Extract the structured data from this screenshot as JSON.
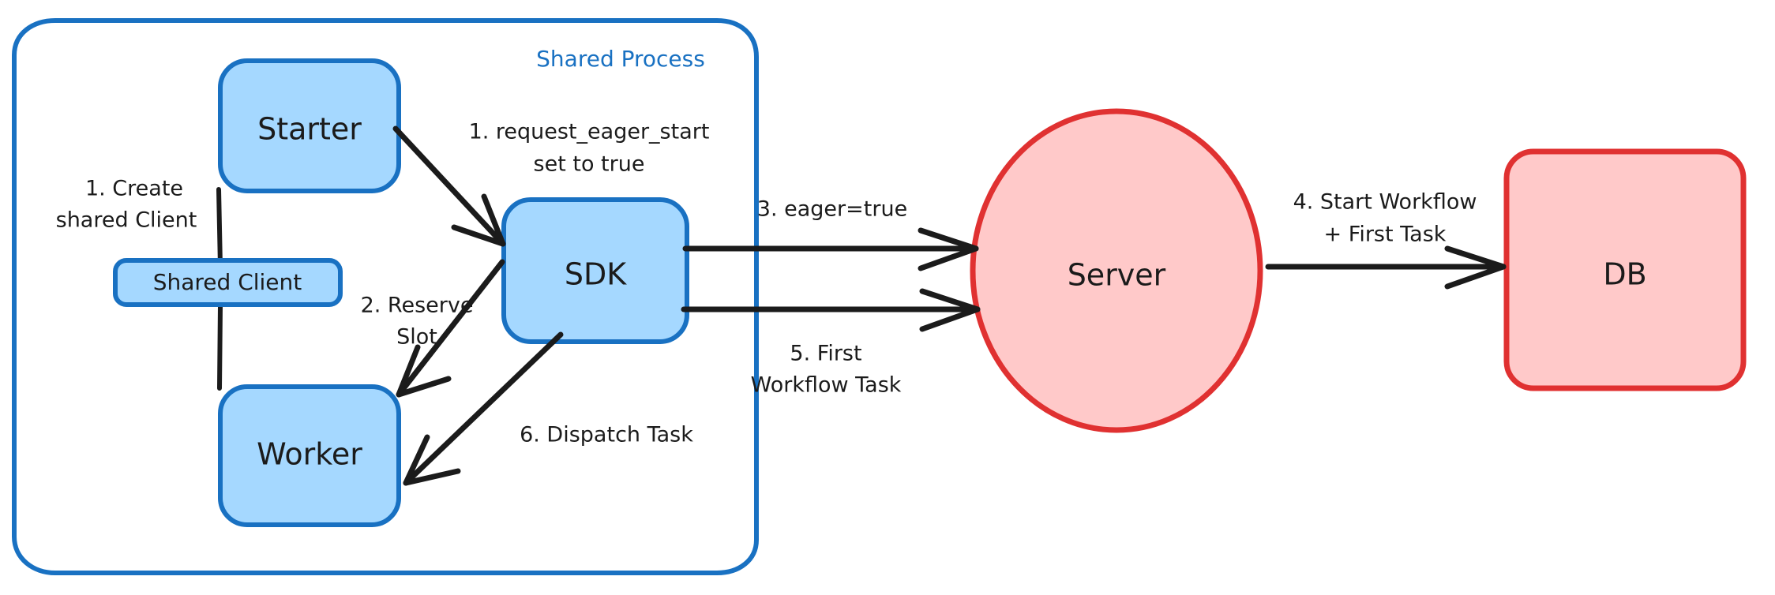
{
  "diagram": {
    "title": "Eager Workflow Start sequence diagram",
    "colors": {
      "blue_stroke": "#1971c2",
      "blue_fill": "#a5d8ff",
      "red_stroke": "#e03131",
      "red_fill": "#ffc9c9",
      "edge": "#1b1b1b",
      "background": "#ffffff"
    },
    "container": {
      "label": "Shared Process"
    },
    "nodes": [
      {
        "id": "starter",
        "label": "Starter",
        "shape": "rounded-rect",
        "color": "blue"
      },
      {
        "id": "shared-client",
        "label": "Shared Client",
        "shape": "rounded-rect",
        "color": "blue"
      },
      {
        "id": "worker",
        "label": "Worker",
        "shape": "rounded-rect",
        "color": "blue"
      },
      {
        "id": "sdk",
        "label": "SDK",
        "shape": "rounded-rect",
        "color": "blue"
      },
      {
        "id": "server",
        "label": "Server",
        "shape": "ellipse",
        "color": "red"
      },
      {
        "id": "db",
        "label": "DB",
        "shape": "rounded-rect",
        "color": "red"
      }
    ],
    "edges": [
      {
        "id": "e1",
        "from": "starter",
        "to": "sdk",
        "label_line1": "1. request_eager_start",
        "label_line2": "set to true"
      },
      {
        "id": "e2",
        "from": "sdk",
        "to": "worker",
        "label_line1": "2. Reserve",
        "label_line2": "Slot"
      },
      {
        "id": "e3",
        "from": "sdk",
        "to": "server",
        "label_line1": "3. eager=true",
        "label_line2": ""
      },
      {
        "id": "e4",
        "from": "server",
        "to": "db",
        "label_line1": "4. Start Workflow",
        "label_line2": "+ First Task"
      },
      {
        "id": "e5",
        "from": "sdk",
        "to": "server",
        "label_line1": "5. First",
        "label_line2": "Workflow Task"
      },
      {
        "id": "e6",
        "from": "sdk",
        "to": "worker",
        "label_line1": "6. Dispatch Task",
        "label_line2": ""
      },
      {
        "id": "e7",
        "from": "starter",
        "to": "shared-client",
        "label_line1": "1. Create",
        "label_line2": "shared Client"
      }
    ],
    "annotations": {
      "create_shared_client_l1": "1. Create",
      "create_shared_client_l2": "shared Client",
      "request_eager_start_l1": "1. request_eager_start",
      "request_eager_start_l2": "set to true",
      "reserve_slot_l1": "2. Reserve",
      "reserve_slot_l2": "Slot",
      "eager_true": "3. eager=true",
      "start_workflow_l1": "4. Start Workflow",
      "start_workflow_l2": "+ First Task",
      "first_workflow_task_l1": "5. First",
      "first_workflow_task_l2": "Workflow Task",
      "dispatch_task": "6. Dispatch Task"
    }
  }
}
